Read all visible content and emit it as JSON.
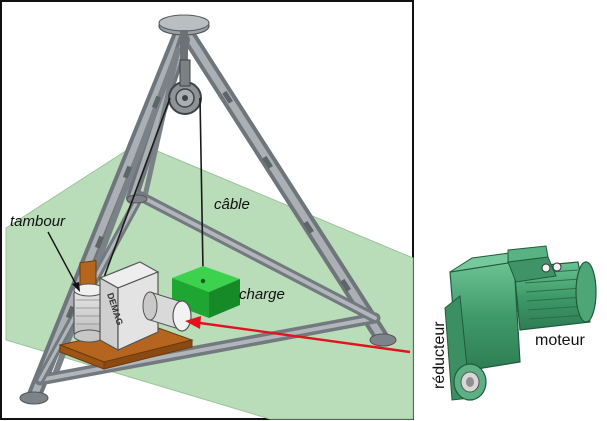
{
  "labels": {
    "tambour": "tambour",
    "cable": "câble",
    "charge": "charge",
    "reducteur": "réducteur",
    "moteur": "moteur",
    "brand": "DEMAG"
  },
  "colors": {
    "ground": "#b9dcb9",
    "structure": "#8f969b",
    "load": "#25b33a",
    "arrow": "#e0141c",
    "gearmotor": "#4fa878",
    "wood": "#b5651d"
  }
}
